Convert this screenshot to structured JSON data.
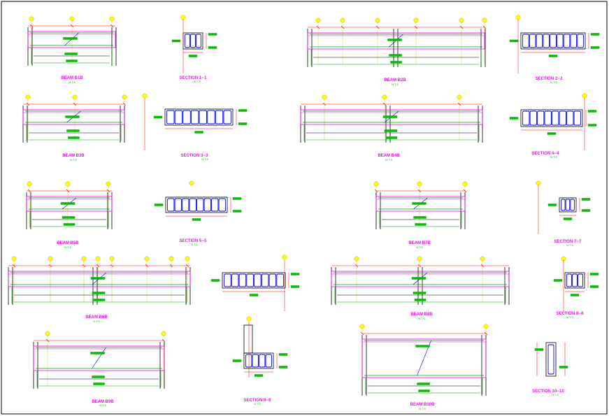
{
  "sheet": {
    "background": "#ffffff",
    "border_color": "#000000",
    "colors": {
      "title": "#ff00ff",
      "beam_outline": "#ff00ff",
      "rebar": "#00a000",
      "stirrup": "#0000ff",
      "dimension": "#ff0000",
      "grid_marker": "#ffff00",
      "column": "#000000"
    }
  },
  "views": {
    "beam_1": {
      "title": "BEAM B1B",
      "scale": "N.T.S"
    },
    "sec_1": {
      "title": "SECTION 1--1",
      "scale": "N.T.S"
    },
    "beam_2": {
      "title": "BEAM B2B",
      "scale": "N.T.S"
    },
    "sec_2": {
      "title": "SECTION 2--2",
      "scale": "N.T.S"
    },
    "beam_3": {
      "title": "BEAM B3B",
      "scale": "N.T.S"
    },
    "sec_3": {
      "title": "SECTION 3--3",
      "scale": "N.T.S"
    },
    "beam_4": {
      "title": "BEAM B4B",
      "scale": "N.T.S"
    },
    "sec_4": {
      "title": "SECTION 4--4",
      "scale": "N.T.S"
    },
    "beam_5": {
      "title": "BEAM B5B",
      "scale": "N.T.S"
    },
    "sec_5": {
      "title": "SECTION 5--5",
      "scale": "N.T.S"
    },
    "beam_6": {
      "title": "BEAM B7B",
      "scale": "N.T.S"
    },
    "sec_7": {
      "title": "SECTION 7--7",
      "scale": "N.T.S"
    },
    "beam_7": {
      "title": "BEAM B6B",
      "scale": "N.T.S"
    },
    "sec_6": {
      "title": "",
      "scale": ""
    },
    "beam_8": {
      "title": "BEAM B8B",
      "scale": "N.T.S"
    },
    "sec_8": {
      "title": "SECTION 8--8",
      "scale": "N.T.S"
    },
    "beam_9": {
      "title": "BEAM B9B",
      "scale": "N.T.S"
    },
    "sec_9": {
      "title": "SECTION 9--9",
      "scale": "N.T.S"
    },
    "beam_10": {
      "title": "BEAM B10B",
      "scale": "N.T.S"
    },
    "sec_10": {
      "title": "SECTION 10--10",
      "scale": "N.T.S"
    }
  }
}
